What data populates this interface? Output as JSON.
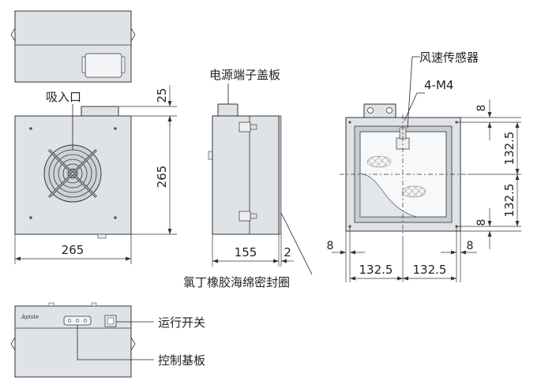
{
  "labels": {
    "intake": "吸入口",
    "terminal_cover": "电源端子盖板",
    "airflow_sensor": "风速传感器",
    "mount_holes": "4-M4",
    "seal": "氯丁橡胶海绵密封圈",
    "run_switch": "运行开关",
    "control_board": "控制基板",
    "brand": "Apiste"
  },
  "dimensions": {
    "top_height": "25",
    "front_width": "265",
    "front_height": "265",
    "side_depth": "155",
    "seal_thickness": "2",
    "right_top_small": "8",
    "right_upper_half": "132.5",
    "right_lower_half": "132.5",
    "right_bottom_small": "8",
    "bottom_left_small": "8",
    "bottom_right_small": "8",
    "bottom_left_half": "132.5",
    "bottom_right_half": "132.5"
  }
}
